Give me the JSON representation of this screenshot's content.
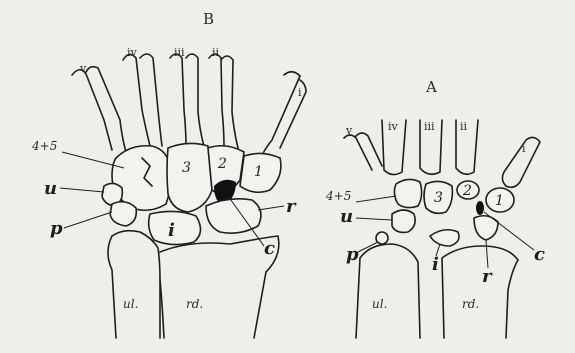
{
  "figure": {
    "panel_b": {
      "title": "B",
      "metacarpals": [
        "v",
        "iv",
        "iii",
        "ii",
        "i"
      ],
      "carpal_numbers": [
        "3",
        "2",
        "1"
      ],
      "fused": "4+5",
      "labels": {
        "u": "u",
        "p": "p",
        "i": "i",
        "r": "r",
        "c": "c"
      },
      "forearm": {
        "ulna": "ul.",
        "radius": "rd."
      }
    },
    "panel_a": {
      "title": "A",
      "metacarpals": [
        "v",
        "iv",
        "iii",
        "ii",
        "i"
      ],
      "carpal_numbers": [
        "3",
        "2",
        "1"
      ],
      "fused": "4+5",
      "labels": {
        "u": "u",
        "p": "p",
        "i": "i",
        "r": "r",
        "c": "c"
      },
      "forearm": {
        "ulna": "ul.",
        "radius": "rd."
      }
    }
  }
}
